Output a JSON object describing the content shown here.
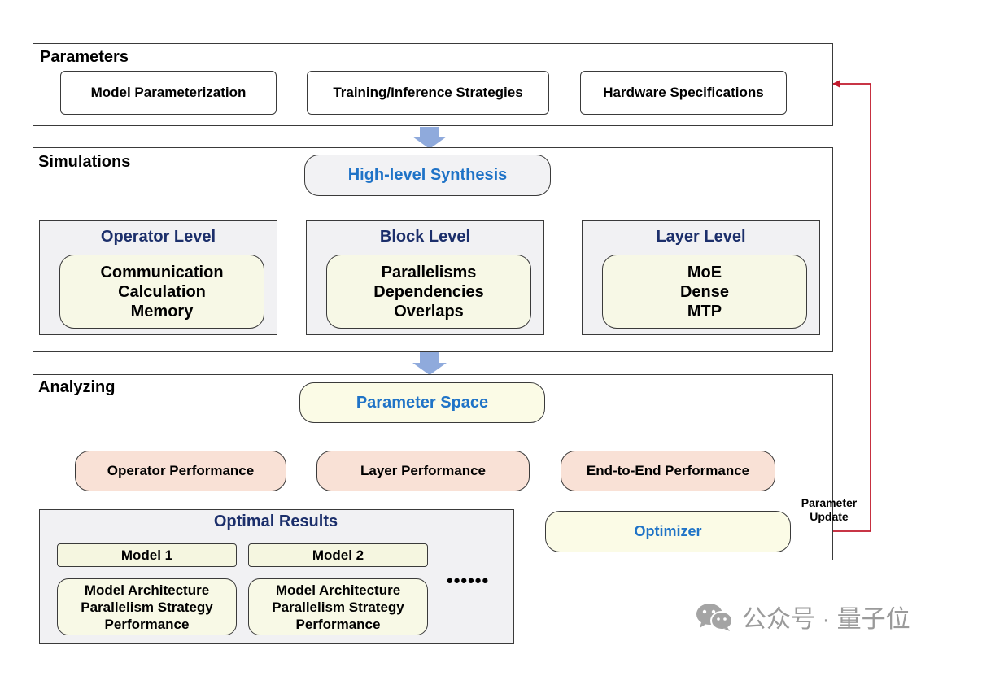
{
  "parameters": {
    "title": "Parameters",
    "items": [
      "Model Parameterization",
      "Training/Inference Strategies",
      "Hardware Specifications"
    ]
  },
  "simulations": {
    "title": "Simulations",
    "synthesis": "High-level Synthesis",
    "levels": [
      {
        "title": "Operator Level",
        "items": [
          "Communication",
          "Calculation",
          "Memory"
        ]
      },
      {
        "title": "Block Level",
        "items": [
          "Parallelisms",
          "Dependencies",
          "Overlaps"
        ]
      },
      {
        "title": "Layer Level",
        "items": [
          "MoE",
          "Dense",
          "MTP"
        ]
      }
    ]
  },
  "analyzing": {
    "title": "Analyzing",
    "parameter_space": "Parameter Space",
    "performance": [
      "Operator Performance",
      "Layer Performance",
      "End-to-End Performance"
    ],
    "optimizer": "Optimizer"
  },
  "optimal_results": {
    "title": "Optimal Results",
    "models": [
      {
        "label": "Model 1",
        "lines": [
          "Model Architecture",
          "Parallelism Strategy",
          "Performance"
        ]
      },
      {
        "label": "Model 2",
        "lines": [
          "Model Architecture",
          "Parallelism Strategy",
          "Performance"
        ]
      }
    ],
    "ellipsis": "••••••"
  },
  "feedback": {
    "label_line1": "Parameter",
    "label_line2": "Update"
  },
  "watermark": "公众号 · 量子位",
  "colors": {
    "blue_text": "#1f73c7",
    "navy_text": "#1c2f6b",
    "feedback_arrow": "#c0192c",
    "flow_arrow": "#8faadc",
    "performance_fill": "#f9e1d6",
    "cream_fill": "#f7f8e6",
    "gray_fill": "#f1f1f3"
  }
}
